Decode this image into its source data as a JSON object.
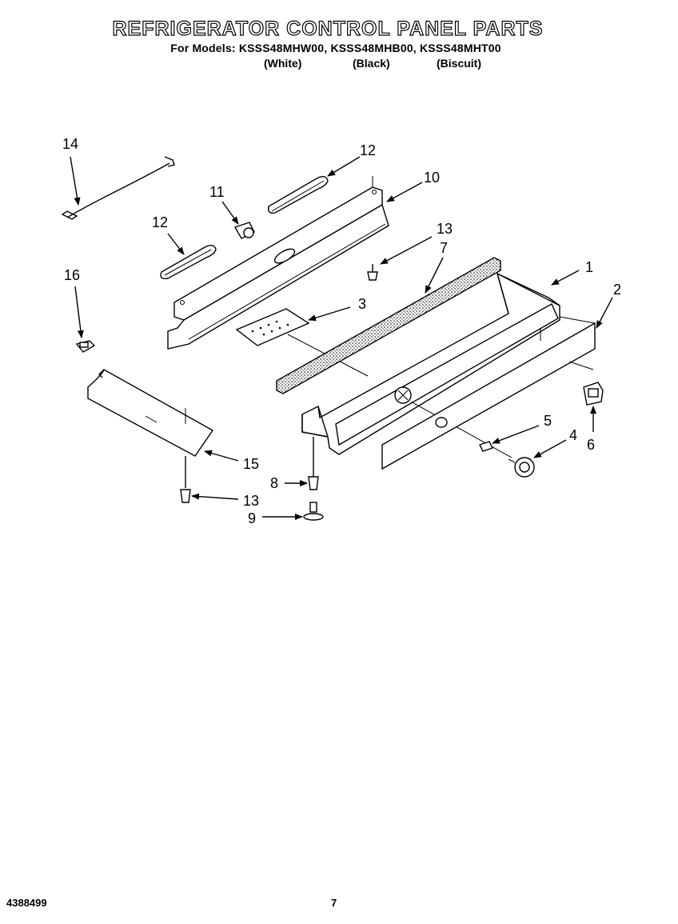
{
  "header": {
    "title": "REFRIGERATOR CONTROL PANEL PARTS",
    "models_line": "For Models: KSSS48MHW00, KSSS48MHB00, KSSS48MHT00",
    "variants": [
      "(White)",
      "(Black)",
      "(Biscuit)"
    ]
  },
  "callouts": [
    "1",
    "2",
    "3",
    "4",
    "5",
    "6",
    "7",
    "8",
    "9",
    "10",
    "11",
    "12",
    "12",
    "13",
    "13",
    "14",
    "15",
    "16"
  ],
  "footer": {
    "doc_number": "4388499",
    "page_number": "7"
  }
}
